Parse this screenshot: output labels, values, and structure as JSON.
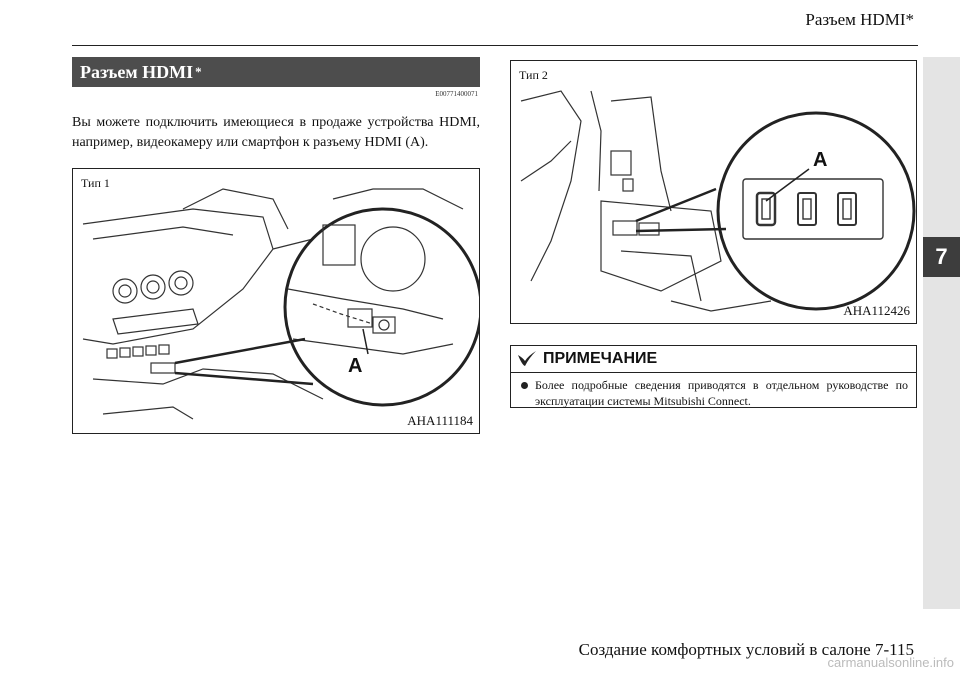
{
  "header": {
    "title": "Разъем HDMI*"
  },
  "chapter_tab": {
    "number": "7"
  },
  "section": {
    "title": "Разъем HDMI",
    "asterisk": "*",
    "code": "E00771400071"
  },
  "intro_text": "Вы можете подключить имеющиеся в продаже устройства HDMI, например, видеокамеру или смартфон к разъему HDMI (A).",
  "figures": [
    {
      "label": "Тип 1",
      "callout": "A",
      "code": "AHA111184"
    },
    {
      "label": "Тип 2",
      "callout": "A",
      "code": "AHA112426"
    }
  ],
  "note": {
    "title": "ПРИМЕЧАНИЕ",
    "text": "Более подробные сведения приводятся в отдельном руководстве по эксплуатации системы Mitsubishi Connect."
  },
  "footer": {
    "text": "Создание комфортных условий в салоне 7-115"
  },
  "watermark": "carmanualsonline.info"
}
